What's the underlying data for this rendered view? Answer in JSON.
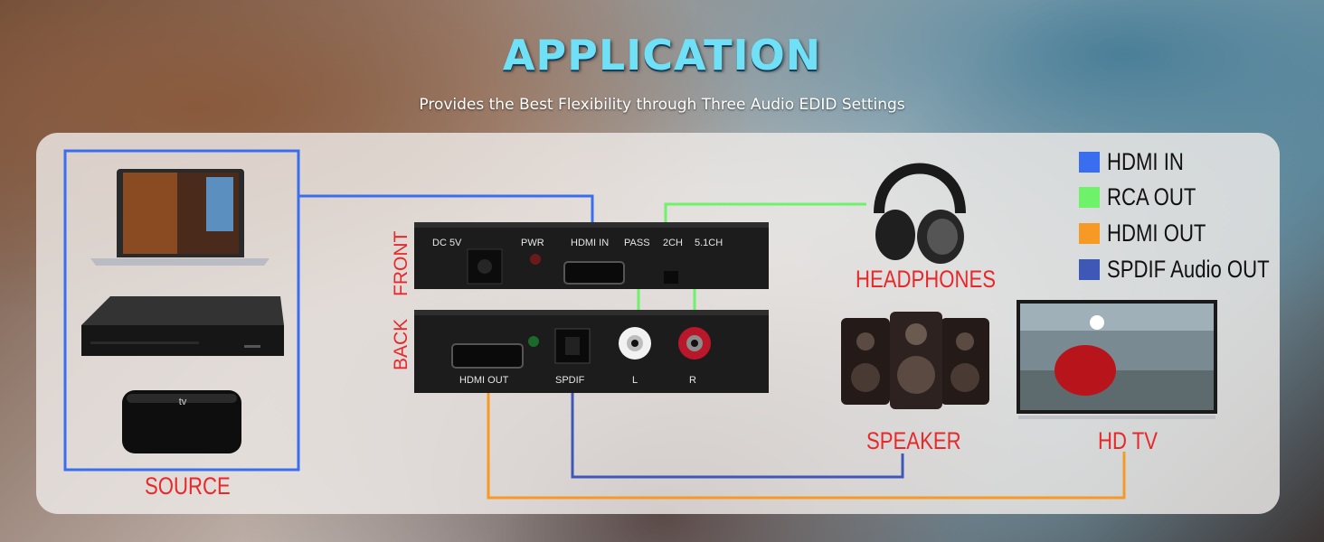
{
  "header": {
    "title": "APPLICATION",
    "subtitle": "Provides the Best Flexibility through Three Audio EDID Settings"
  },
  "labels": {
    "source": "SOURCE",
    "headphones": "HEADPHONES",
    "speaker": "SPEAKER",
    "hd_tv": "HD TV",
    "front": "FRONT",
    "back": "BACK"
  },
  "device": {
    "front_ports": [
      "DC 5V",
      "PWR",
      "HDMI IN",
      "PASS",
      "2CH",
      "5.1CH"
    ],
    "back_ports": [
      "HDMI OUT",
      "SPDIF",
      "L",
      "R"
    ]
  },
  "legend": [
    {
      "label": "HDMI IN",
      "color": "#3a6ef0"
    },
    {
      "label": "RCA OUT",
      "color": "#6ef26a"
    },
    {
      "label": "HDMI OUT",
      "color": "#f79a25"
    },
    {
      "label": "SPDIF Audio OUT",
      "color": "#3f58b8"
    }
  ],
  "colors": {
    "hdmi_in": "#3a6ef0",
    "rca_out": "#6ef26a",
    "hdmi_out": "#f79a25",
    "spdif": "#3f58b8",
    "label_red": "#e8282a",
    "title_cyan": "#6fe0f5"
  },
  "icons": {
    "laptop": "laptop-icon",
    "dvd_player": "dvd-player-icon",
    "streaming_box": "tv-box-icon",
    "headphones": "headphones-icon",
    "speakers": "speakers-icon",
    "television": "television-icon"
  },
  "streaming_box_brand": "tv"
}
